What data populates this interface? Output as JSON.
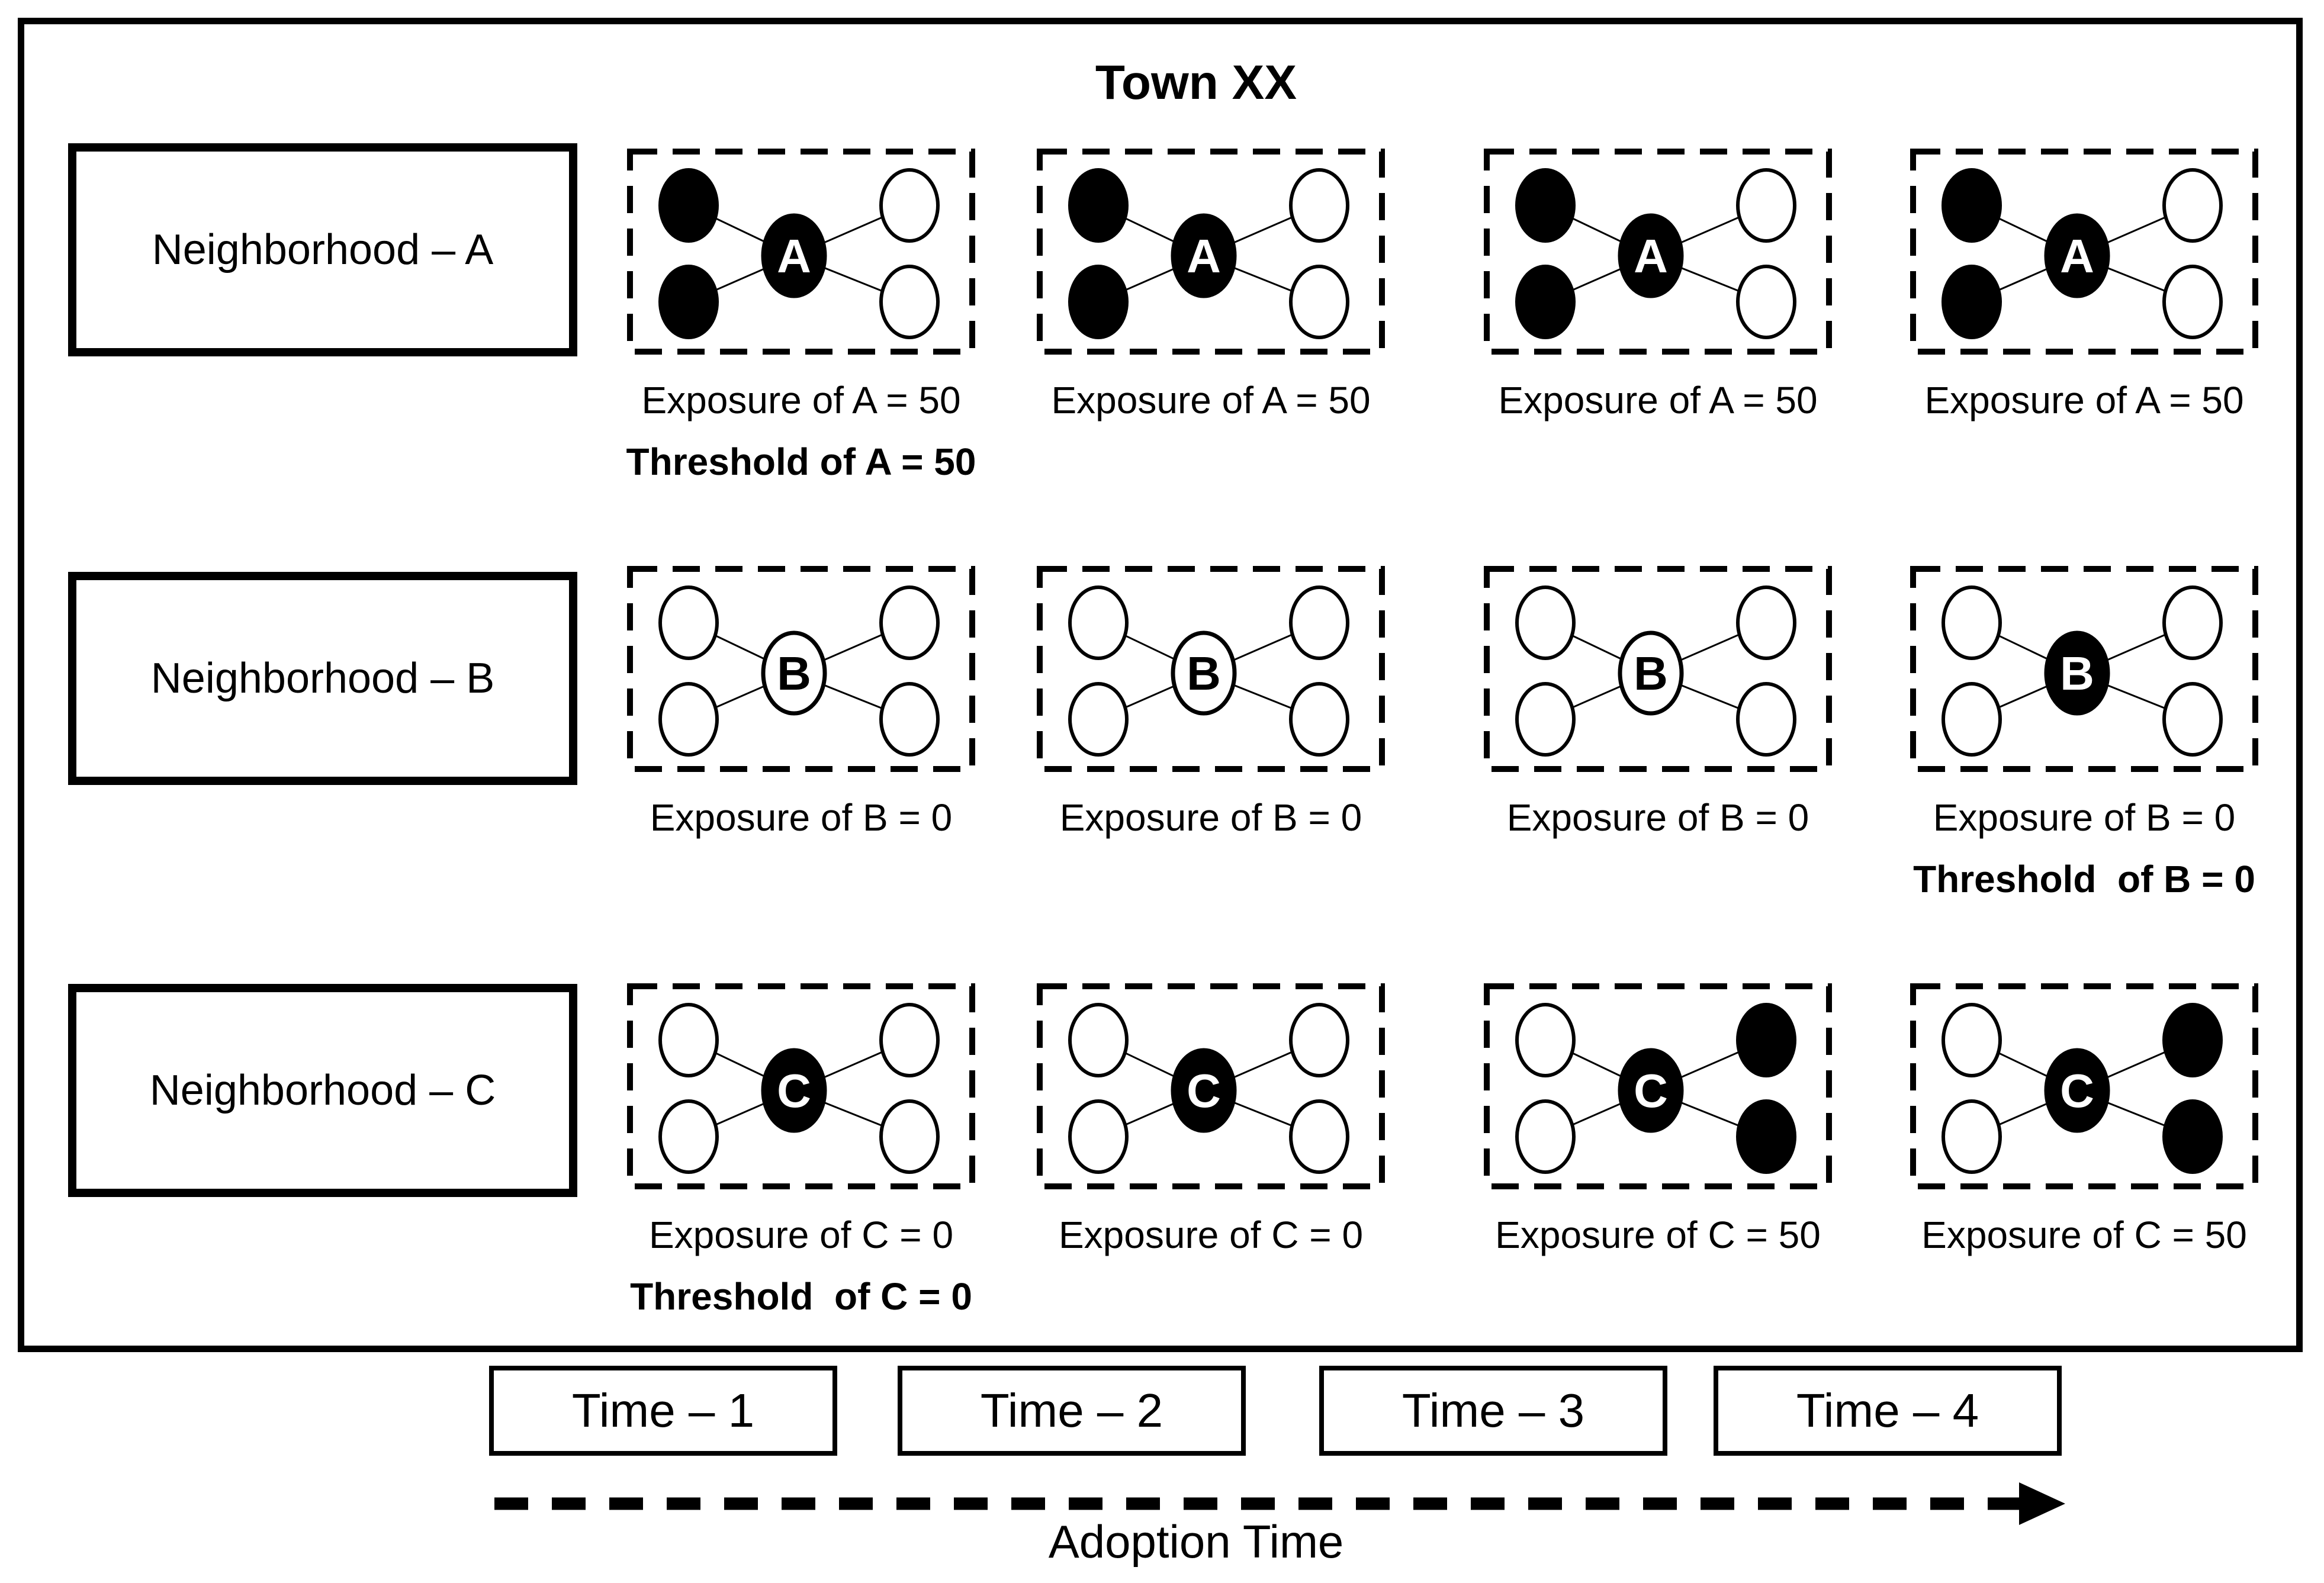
{
  "title": "Town XX",
  "colors": {
    "ink": "#000000",
    "background": "#ffffff"
  },
  "rows": [
    {
      "neighborhood_label": "Neighborhood – A",
      "cells": [
        {
          "center_label": "A",
          "center_filled": true,
          "neighbors_filled": [
            true,
            true,
            false,
            false
          ],
          "exposure": "Exposure of A = 50",
          "threshold": "Threshold of A = 50"
        },
        {
          "center_label": "A",
          "center_filled": true,
          "neighbors_filled": [
            true,
            true,
            false,
            false
          ],
          "exposure": "Exposure of A = 50",
          "threshold": null
        },
        {
          "center_label": "A",
          "center_filled": true,
          "neighbors_filled": [
            true,
            true,
            false,
            false
          ],
          "exposure": "Exposure of A = 50",
          "threshold": null
        },
        {
          "center_label": "A",
          "center_filled": true,
          "neighbors_filled": [
            true,
            true,
            false,
            false
          ],
          "exposure": "Exposure of A = 50",
          "threshold": null
        }
      ]
    },
    {
      "neighborhood_label": "Neighborhood – B",
      "cells": [
        {
          "center_label": "B",
          "center_filled": false,
          "neighbors_filled": [
            false,
            false,
            false,
            false
          ],
          "exposure": "Exposure of B = 0",
          "threshold": null
        },
        {
          "center_label": "B",
          "center_filled": false,
          "neighbors_filled": [
            false,
            false,
            false,
            false
          ],
          "exposure": "Exposure of B = 0",
          "threshold": null
        },
        {
          "center_label": "B",
          "center_filled": false,
          "neighbors_filled": [
            false,
            false,
            false,
            false
          ],
          "exposure": "Exposure of B = 0",
          "threshold": null
        },
        {
          "center_label": "B",
          "center_filled": true,
          "neighbors_filled": [
            false,
            false,
            false,
            false
          ],
          "exposure": "Exposure of B = 0",
          "threshold": "Threshold  of B = 0"
        }
      ]
    },
    {
      "neighborhood_label": "Neighborhood – C",
      "cells": [
        {
          "center_label": "C",
          "center_filled": true,
          "neighbors_filled": [
            false,
            false,
            false,
            false
          ],
          "exposure": "Exposure of C = 0",
          "threshold": "Threshold  of C = 0"
        },
        {
          "center_label": "C",
          "center_filled": true,
          "neighbors_filled": [
            false,
            false,
            false,
            false
          ],
          "exposure": "Exposure of C = 0",
          "threshold": null
        },
        {
          "center_label": "C",
          "center_filled": true,
          "neighbors_filled": [
            false,
            false,
            true,
            true
          ],
          "exposure": "Exposure of C = 50",
          "threshold": null
        },
        {
          "center_label": "C",
          "center_filled": true,
          "neighbors_filled": [
            false,
            false,
            true,
            true
          ],
          "exposure": "Exposure of C = 50",
          "threshold": null
        }
      ]
    }
  ],
  "timeline": {
    "boxes": [
      "Time – 1",
      "Time – 2",
      "Time – 3",
      "Time – 4"
    ],
    "axis_label": "Adoption Time"
  }
}
